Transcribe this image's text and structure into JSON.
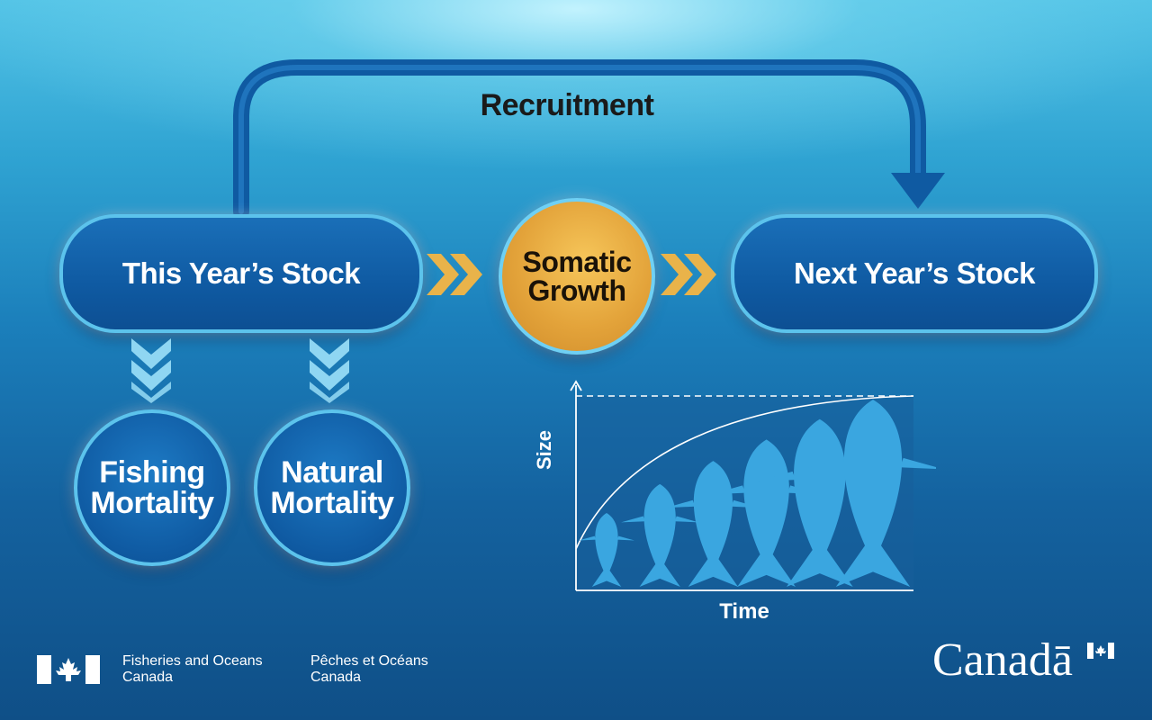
{
  "diagram": {
    "recruitment_label": "Recruitment",
    "this_years_stock": "This Year’s Stock",
    "somatic_growth": [
      "Somatic",
      "Growth"
    ],
    "next_years_stock": "Next Year’s Stock",
    "fishing_mortality": [
      "Fishing",
      "Mortality"
    ],
    "natural_mortality": [
      "Natural",
      "Mortality"
    ]
  },
  "growth_chart": {
    "xlabel": "Time",
    "ylabel": "Size",
    "fish_count": 6
  },
  "footer": {
    "department_en": [
      "Fisheries and Oceans",
      "Canada"
    ],
    "department_fr": [
      "Pêches et Océans",
      "Canada"
    ],
    "wordmark": "Canadā"
  },
  "colors": {
    "pill_fill": "#0f5aa2",
    "outline": "#5cc3ec",
    "gold": "#e3a33a",
    "chevron_gold": "#e9b34a",
    "chevron_light_blue": "#8fd6f2",
    "fish": "#3aa6e0"
  }
}
